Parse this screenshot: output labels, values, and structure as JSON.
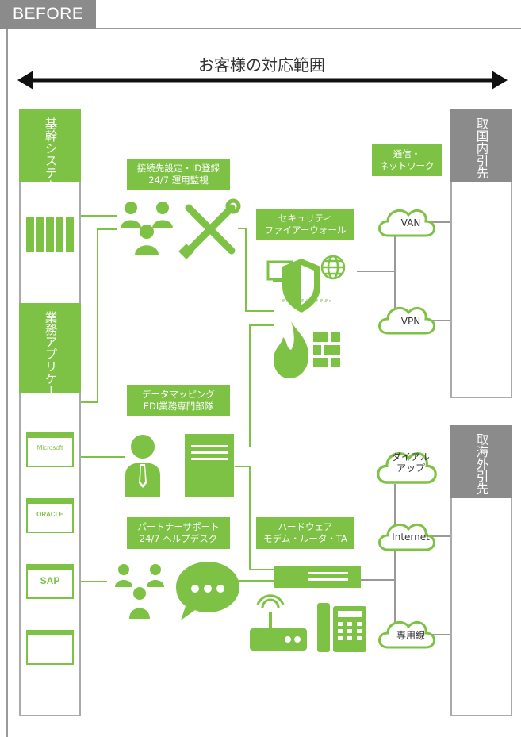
{
  "tag": "BEFORE",
  "scope_title": "お客様の対応範囲",
  "left_column": {
    "header_1": "基幹システム",
    "header_2": "業務アプリケーション",
    "apps": [
      "Microsoft",
      "ORACLE",
      "SAP",
      ""
    ]
  },
  "right_domestic": {
    "header": "取国内引先"
  },
  "right_overseas": {
    "header": "取海外引先"
  },
  "labels": {
    "connection_setup": [
      "接続先設定・ID登録",
      "24/7 運用監視"
    ],
    "security": [
      "セキュリティ",
      "ファイアーウォール"
    ],
    "network": [
      "通信・",
      "ネットワーク"
    ],
    "data_mapping": [
      "データマッピング",
      "EDI業務専門部隊"
    ],
    "partner_support": [
      "パートナーサポート",
      "24/7 ヘルプデスク"
    ],
    "hardware": [
      "ハードウェア",
      "モデム・ルータ・TA"
    ]
  },
  "clouds": {
    "van": "VAN",
    "vpn": "VPN",
    "dialup": [
      "ダイアル",
      "アップ"
    ],
    "internet": "Internet",
    "dedicated": "専用線"
  },
  "colors": {
    "green": "#7dc244",
    "gray": "#8b8b8b",
    "line": "#999999"
  },
  "icons": [
    "people-icon",
    "tools-icon",
    "shield-icon",
    "globe-icon",
    "firewall-icon",
    "operator-icon",
    "server-icon",
    "chat-icon",
    "router-icon",
    "modem-icon",
    "phone-icon",
    "factory-icon",
    "bank-icon",
    "building-icon",
    "ship-icon",
    "cloud-icon"
  ]
}
